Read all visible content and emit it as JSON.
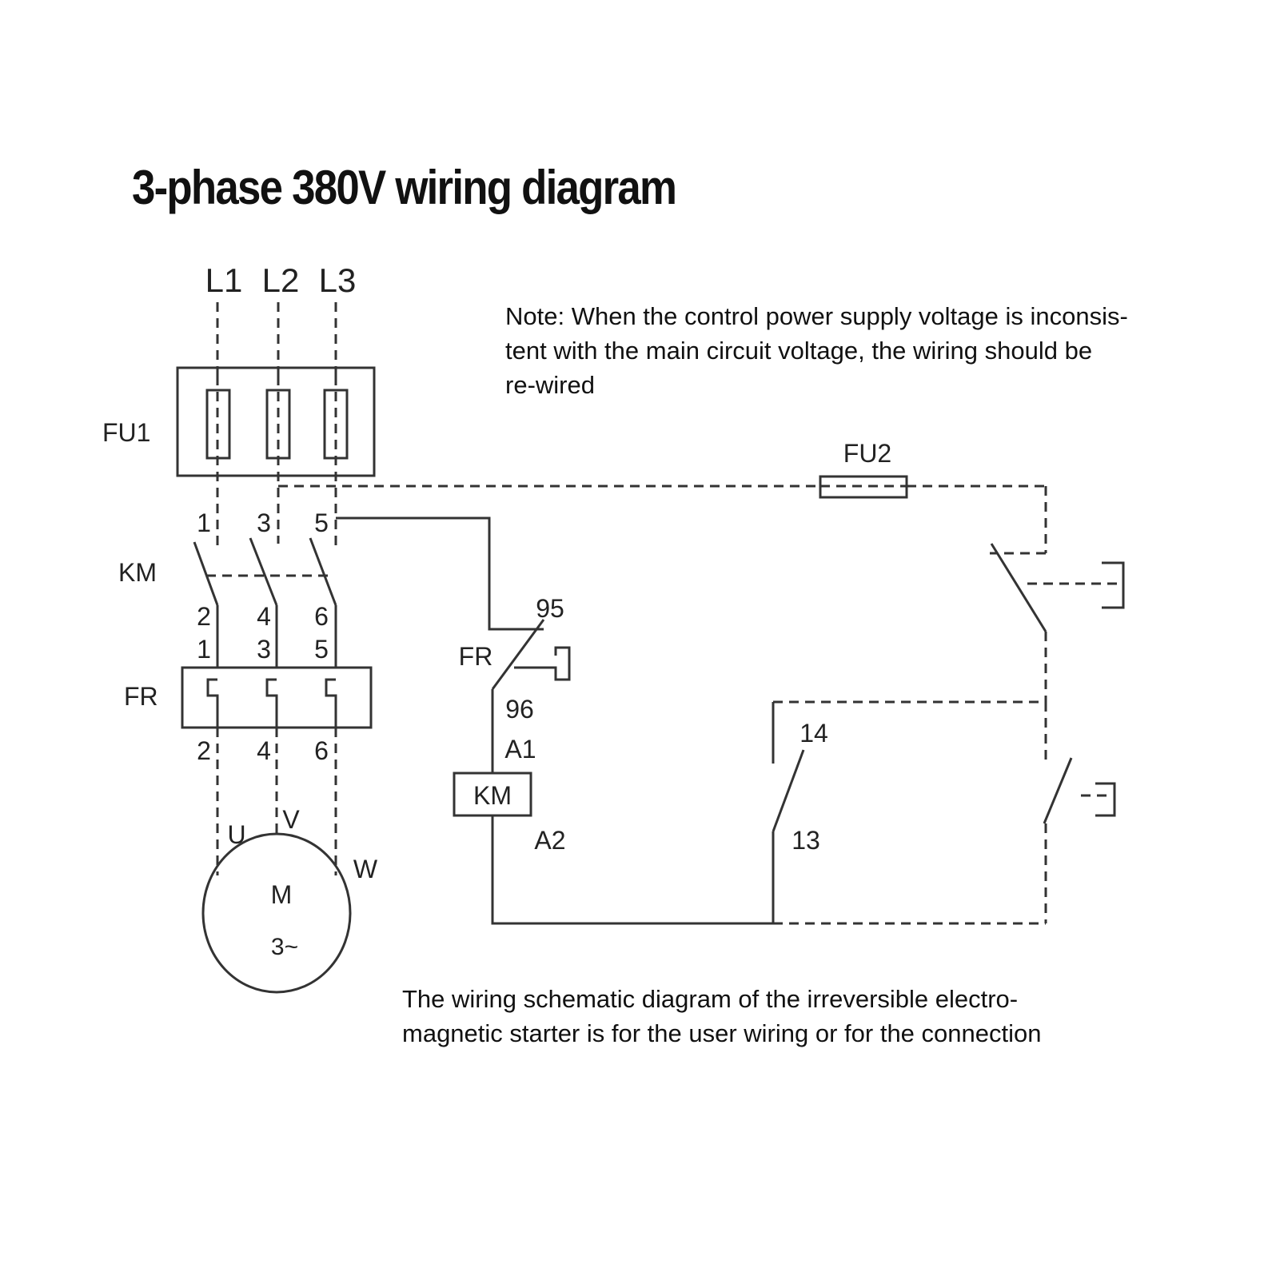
{
  "title": "3-phase 380V wiring diagram",
  "note": {
    "line1": "Note: When the control power supply voltage is inconsis-",
    "line2": "tent with the main circuit voltage, the wiring should be",
    "line3": "re-wired"
  },
  "caption": {
    "line1": "The wiring schematic diagram of the irreversible electro-",
    "line2": "magnetic starter is for the user wiring or for the connection"
  },
  "labels": {
    "L1": "L1",
    "L2": "L2",
    "L3": "L3",
    "FU1": "FU1",
    "FU2": "FU2",
    "KM": "KM",
    "FR": "FR",
    "KM_coil": "KM",
    "FR_contact": "FR",
    "t1": "1",
    "t3": "3",
    "t5": "5",
    "t2": "2",
    "t4": "4",
    "t6": "6",
    "fr1": "1",
    "fr3": "3",
    "fr5": "5",
    "fr2": "2",
    "fr4": "4",
    "fr6": "6",
    "U": "U",
    "V": "V",
    "W": "W",
    "M": "M",
    "phase": "3~",
    "c95": "95",
    "c96": "96",
    "A1": "A1",
    "A2": "A2",
    "c14": "14",
    "c13": "13"
  }
}
